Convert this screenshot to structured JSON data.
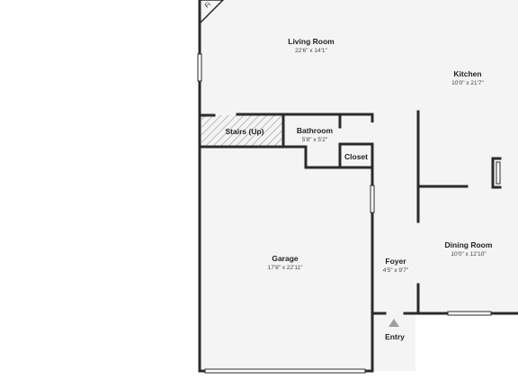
{
  "floorplan": {
    "rooms": {
      "living_room": {
        "name": "Living Room",
        "dims": "22'6\" x 14'1\""
      },
      "kitchen": {
        "name": "Kitchen",
        "dims": "10'0\" x 21'7\""
      },
      "stairs": {
        "name": "Stairs (Up)"
      },
      "bathroom": {
        "name": "Bathroom",
        "dims": "5'8\" x 5'2\""
      },
      "closet": {
        "name": "Closet"
      },
      "garage": {
        "name": "Garage",
        "dims": "17'8\" x 22'11\""
      },
      "foyer": {
        "name": "Foyer",
        "dims": "4'5\" x 9'7\""
      },
      "dining_room": {
        "name": "Dining Room",
        "dims": "10'0\" x 12'10\""
      }
    },
    "entry_label": "Entry",
    "corner_label": "Fi"
  },
  "colors": {
    "wall": "#2b2b2b",
    "floor": "#f4f4f4",
    "stairs_hatch": "#bdbdbd",
    "entry_marker": "#9e9e9e"
  }
}
